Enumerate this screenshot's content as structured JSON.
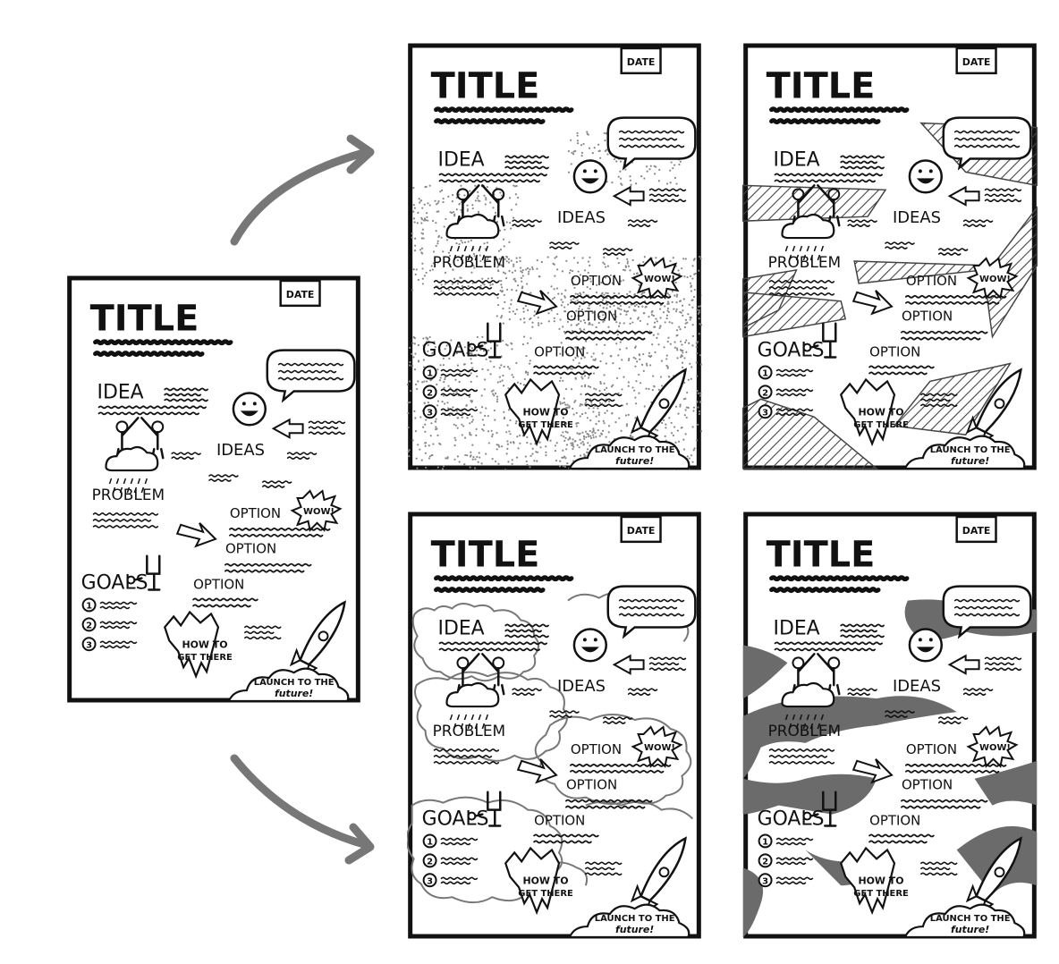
{
  "card_text": {
    "title": "TITLE",
    "date": "DATE",
    "idea": "IDEA",
    "ideas": "IDEAS",
    "problem": "PROBLEM",
    "option1": "OPTION",
    "option2": "OPTION",
    "option3": "OPTION",
    "goals": "GOALS",
    "wow": "WOW!",
    "num1": "1",
    "num2": "2",
    "num3": "3",
    "how_to_line1": "HOW TO",
    "how_to_line2": "GET THERE",
    "launch_line1": "LAUNCH TO THE",
    "launch_line2": "future!"
  },
  "variants": [
    {
      "name": "original",
      "background": "none"
    },
    {
      "name": "stippled",
      "background": "dots"
    },
    {
      "name": "hatched",
      "background": "hatch"
    },
    {
      "name": "cloud-outline",
      "background": "clouds"
    },
    {
      "name": "gray-fill",
      "background": "solid"
    }
  ],
  "colors": {
    "ink": "#111111",
    "arrow": "#777777",
    "fill_gray": "#6b6b6b",
    "stipple": "#888888"
  }
}
